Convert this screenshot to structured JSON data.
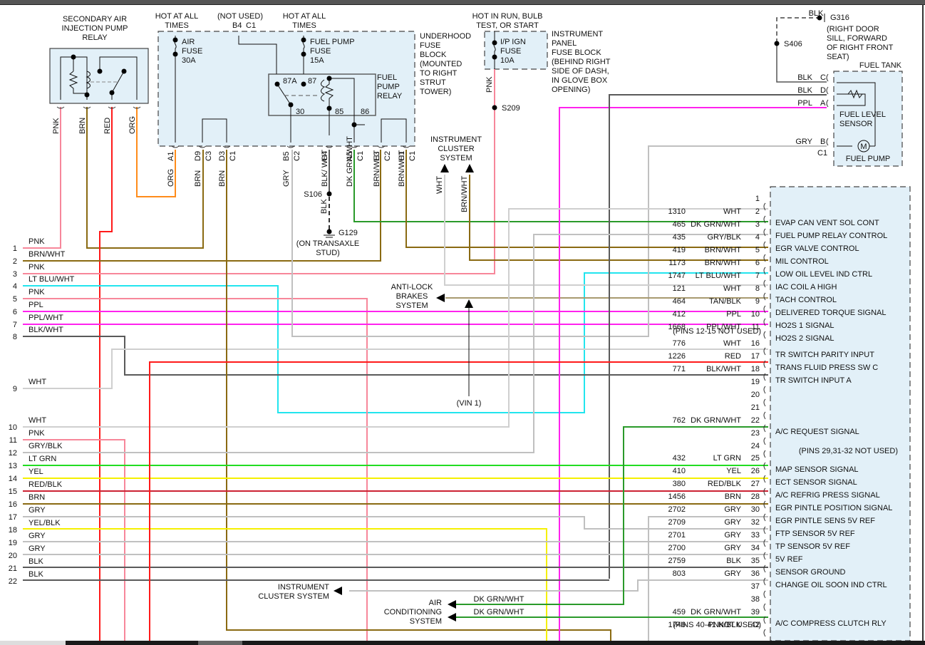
{
  "colors": {
    "PNK": "#f7879a",
    "BRN": "#8a6a12",
    "RED": "#ff1a1a",
    "ORG": "#ff8c1a",
    "GRY": "#c0c0c0",
    "WHT": "#cfcfcf",
    "BLK": "#5a5a5a",
    "LTBLU": "#22e5ee",
    "PPL": "#ff22ee",
    "DKGRN": "#2a9a2a",
    "LTGRN": "#22dd22",
    "YEL": "#f5f000",
    "REDBLK": "#cc2233",
    "TAN": "#a89a70",
    "panel": "#e2f0f8"
  },
  "components": {
    "air_relay": {
      "title": [
        "SECONDARY AIR",
        "INJECTION PUMP",
        "RELAY"
      ],
      "wires": [
        "PNK",
        "BRN",
        "RED",
        "ORG"
      ]
    },
    "underhood": {
      "hot1": [
        "HOT AT ALL",
        "TIMES"
      ],
      "not_used": [
        "(NOT USED)",
        "B4",
        "C1"
      ],
      "hot2": [
        "HOT AT ALL",
        "TIMES"
      ],
      "air_fuse": [
        "AIR",
        "FUSE",
        "30A"
      ],
      "fp_fuse": [
        "FUEL PUMP",
        "FUSE",
        "15A"
      ],
      "relay_label": [
        "FUEL",
        "PUMP",
        "RELAY"
      ],
      "relay_pins": [
        "87A",
        "87",
        "30",
        "85",
        "86"
      ],
      "block_label": [
        "UNDERHOOD",
        "FUSE",
        "BLOCK",
        "(MOUNTED",
        "TO RIGHT",
        "STRUT",
        "TOWER)"
      ],
      "terminals": [
        {
          "pin": "A1",
          "conn": "",
          "color": "ORG"
        },
        {
          "pin": "D9",
          "conn": "C3",
          "color": "BRN"
        },
        {
          "pin": "D3",
          "conn": "C1",
          "color": "BRN"
        },
        {
          "pin": "B5",
          "conn": "C2",
          "color": "GRY"
        },
        {
          "pin": "C4",
          "conn": "",
          "color": "BLK/ WHT"
        },
        {
          "pin": "A5",
          "conn": "C1",
          "color": "DK GRN/WHT"
        },
        {
          "pin": "E3",
          "conn": "C2",
          "color": "BRN/WHT"
        },
        {
          "pin": "C1",
          "conn": "C1",
          "color": "BRN/WHT"
        }
      ]
    },
    "ip_fuse": {
      "hot": [
        "HOT IN RUN, BULB",
        "TEST, OR START"
      ],
      "fuse": [
        "I/P IGN",
        "FUSE",
        "10A"
      ],
      "block_label": [
        "INSTRUMENT",
        "PANEL",
        "FUSE BLOCK",
        "(BEHIND RIGHT",
        "SIDE OF DASH,",
        "IN GLOVE BOX",
        "OPENING)"
      ],
      "wire": "PNK",
      "splice": "S209"
    },
    "ground": {
      "s106": "S106",
      "wire": "BLK",
      "g129": "G129",
      "g129_loc": [
        "(ON TRANSAXLE",
        "STUD)"
      ]
    },
    "fuel_tank": {
      "title": "FUEL TANK",
      "ground": "G316",
      "ground_wire": "BLK",
      "ground_loc": [
        "(RIGHT DOOR",
        "SILL, FORWARD",
        "OF RIGHT FRONT",
        "SEAT)"
      ],
      "splice": "S406",
      "pins": [
        {
          "color": "BLK",
          "pin": "C"
        },
        {
          "color": "BLK",
          "pin": "D"
        },
        {
          "color": "PPL",
          "pin": "A"
        },
        {
          "color": "GRY",
          "pin": "B"
        }
      ],
      "conn": "C1",
      "sensor": [
        "FUEL LEVEL",
        "SENSOR"
      ],
      "pump": "FUEL PUMP",
      "motor": "M"
    },
    "instrument_cluster_top": {
      "label": [
        "INSTRUMENT",
        "CLUSTER",
        "SYSTEM"
      ],
      "wires": [
        "WHT",
        "BRN/WHT"
      ]
    },
    "abs": {
      "label": [
        "ANTI-LOCK",
        "BRAKES",
        "SYSTEM"
      ]
    },
    "vin": "(VIN 1)",
    "instrument_cluster_bottom": {
      "label": [
        "INSTRUMENT",
        "CLUSTER SYSTEM"
      ]
    },
    "ac": {
      "label": [
        "AIR",
        "CONDITIONING",
        "SYSTEM"
      ],
      "wires": [
        "DK GRN/WHT",
        "DK GRN/WHT"
      ]
    }
  },
  "left_connector": [
    {
      "pin": "1",
      "color": "PNK"
    },
    {
      "pin": "2",
      "color": "BRN/WHT"
    },
    {
      "pin": "3",
      "color": "PNK"
    },
    {
      "pin": "4",
      "color": "LT BLU/WHT"
    },
    {
      "pin": "5",
      "color": "PNK"
    },
    {
      "pin": "6",
      "color": "PPL"
    },
    {
      "pin": "7",
      "color": "PPL/WHT"
    },
    {
      "pin": "8",
      "color": "BLK/WHT"
    },
    {
      "pin": "9",
      "color": "WHT"
    },
    {
      "pin": "10",
      "color": "WHT"
    },
    {
      "pin": "11",
      "color": "PNK"
    },
    {
      "pin": "12",
      "color": "GRY/BLK"
    },
    {
      "pin": "13",
      "color": "LT GRN"
    },
    {
      "pin": "14",
      "color": "YEL"
    },
    {
      "pin": "15",
      "color": "RED/BLK"
    },
    {
      "pin": "16",
      "color": "BRN"
    },
    {
      "pin": "17",
      "color": "GRY"
    },
    {
      "pin": "18",
      "color": "YEL/BLK"
    },
    {
      "pin": "19",
      "color": "GRY"
    },
    {
      "pin": "20",
      "color": "GRY"
    },
    {
      "pin": "21",
      "color": "BLK"
    },
    {
      "pin": "22",
      "color": "BLK"
    }
  ],
  "pcm": {
    "pins": [
      {
        "pin": "1",
        "circuit": "",
        "color": "",
        "function": ""
      },
      {
        "pin": "2",
        "circuit": "1310",
        "color": "WHT",
        "function": "EVAP CAN VENT SOL CONT"
      },
      {
        "pin": "3",
        "circuit": "465",
        "color": "DK GRN/WHT",
        "function": "FUEL PUMP RELAY CONTROL"
      },
      {
        "pin": "4",
        "circuit": "435",
        "color": "GRY/BLK",
        "function": "EGR VALVE CONTROL"
      },
      {
        "pin": "5",
        "circuit": "419",
        "color": "BRN/WHT",
        "function": "MIL CONTROL"
      },
      {
        "pin": "6",
        "circuit": "1173",
        "color": "BRN/WHT",
        "function": "LOW OIL LEVEL IND CTRL"
      },
      {
        "pin": "7",
        "circuit": "1747",
        "color": "LT BLU/WHT",
        "function": "IAC COIL A HIGH"
      },
      {
        "pin": "8",
        "circuit": "121",
        "color": "WHT",
        "function": "TACH CONTROL"
      },
      {
        "pin": "9",
        "circuit": "464",
        "color": "TAN/BLK",
        "function": "DELIVERED TORQUE SIGNAL"
      },
      {
        "pin": "10",
        "circuit": "412",
        "color": "PPL",
        "function": "HO2S 1 SIGNAL"
      },
      {
        "pin": "11",
        "circuit": "1668",
        "color": "PPL/WHT",
        "function": "HO2S 2 SIGNAL"
      },
      {
        "pin": "16",
        "circuit": "776",
        "color": "WHT",
        "function": "TR SWITCH PARITY INPUT"
      },
      {
        "pin": "17",
        "circuit": "1226",
        "color": "RED",
        "function": "TRANS FLUID PRESS SW C"
      },
      {
        "pin": "18",
        "circuit": "771",
        "color": "BLK/WHT",
        "function": "TR SWITCH INPUT A"
      },
      {
        "pin": "19",
        "circuit": "",
        "color": "",
        "function": ""
      },
      {
        "pin": "20",
        "circuit": "",
        "color": "",
        "function": ""
      },
      {
        "pin": "21",
        "circuit": "",
        "color": "",
        "function": ""
      },
      {
        "pin": "22",
        "circuit": "762",
        "color": "DK GRN/WHT",
        "function": "A/C REQUEST SIGNAL"
      },
      {
        "pin": "23",
        "circuit": "",
        "color": "",
        "function": ""
      },
      {
        "pin": "24",
        "circuit": "",
        "color": "",
        "function": ""
      },
      {
        "pin": "25",
        "circuit": "432",
        "color": "LT GRN",
        "function": "MAP SENSOR SIGNAL"
      },
      {
        "pin": "26",
        "circuit": "410",
        "color": "YEL",
        "function": "ECT SENSOR SIGNAL"
      },
      {
        "pin": "27",
        "circuit": "380",
        "color": "RED/BLK",
        "function": "A/C REFRIG PRESS SIGNAL"
      },
      {
        "pin": "28",
        "circuit": "1456",
        "color": "BRN",
        "function": "EGR PINTLE POSITION SIGNAL"
      },
      {
        "pin": "30",
        "circuit": "2702",
        "color": "GRY",
        "function": "EGR PINTLE SENS 5V REF"
      },
      {
        "pin": "32",
        "circuit": "2709",
        "color": "GRY",
        "function": "FTP SENSOR 5V REF"
      },
      {
        "pin": "33",
        "circuit": "2701",
        "color": "GRY",
        "function": "TP SENSOR 5V REF"
      },
      {
        "pin": "34",
        "circuit": "2700",
        "color": "GRY",
        "function": "5V REF"
      },
      {
        "pin": "35",
        "circuit": "2759",
        "color": "BLK",
        "function": "SENSOR GROUND"
      },
      {
        "pin": "36",
        "circuit": "803",
        "color": "GRY",
        "function": "CHANGE OIL SOON IND CTRL"
      },
      {
        "pin": "37",
        "circuit": "",
        "color": "",
        "function": ""
      },
      {
        "pin": "38",
        "circuit": "",
        "color": "",
        "function": ""
      },
      {
        "pin": "39",
        "circuit": "459",
        "color": "DK GRN/WHT",
        "function": "A/C COMPRESS CLUTCH RLY"
      },
      {
        "pin": "42",
        "circuit": "1746",
        "color": "PNK/BLK",
        "function": ""
      }
    ],
    "notes": {
      "n12_15": "(PINS 12-15 NOT USED)",
      "n29_31_32": "(PINS 29,31-32 NOT USED)",
      "n40_41": "(PINS 40-41 NOT USED)"
    }
  }
}
